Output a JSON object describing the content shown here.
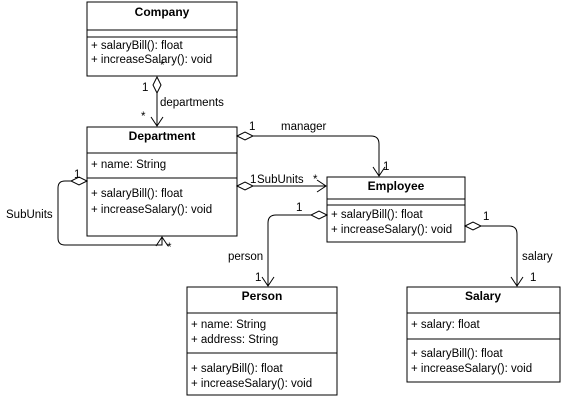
{
  "classes": [
    {
      "id": "company",
      "name": "Company",
      "attributes": [],
      "operations": [
        "+ salaryBill(): float",
        "+ increaseSalary(): void"
      ]
    },
    {
      "id": "department",
      "name": "Department",
      "attributes": [
        "+ name: String"
      ],
      "operations": [
        "+ salaryBill(): float",
        "+ increaseSalary(): void"
      ]
    },
    {
      "id": "employee",
      "name": "Employee",
      "attributes": [],
      "operations": [
        "+ salaryBill(): float",
        "+ increaseSalary(): void"
      ]
    },
    {
      "id": "person",
      "name": "Person",
      "attributes": [
        "+ name: String",
        "+ address: String"
      ],
      "operations": [
        "+ salaryBill(): float",
        "+ increaseSalary(): void"
      ]
    },
    {
      "id": "salary",
      "name": "Salary",
      "attributes": [
        "+ salary: float"
      ],
      "operations": [
        "+ salaryBill(): float",
        "+ increaseSalary(): void"
      ]
    }
  ],
  "associations": [
    {
      "id": "company-departments",
      "from": "company",
      "to": "department",
      "role": "departments",
      "from_multiplicity": "1",
      "to_multiplicity": "*"
    },
    {
      "id": "department-manager",
      "from": "department",
      "to": "employee",
      "role": "manager",
      "from_multiplicity": "1",
      "to_multiplicity": "1"
    },
    {
      "id": "department-subunits-employee",
      "from": "department",
      "to": "employee",
      "role": "SubUnits",
      "from_multiplicity": "1",
      "to_multiplicity": "*"
    },
    {
      "id": "department-subunits-self",
      "from": "department",
      "to": "department",
      "role": "SubUnits",
      "from_multiplicity": "1",
      "to_multiplicity": "*"
    },
    {
      "id": "employee-person",
      "from": "employee",
      "to": "person",
      "role": "person",
      "from_multiplicity": "1",
      "to_multiplicity": "1"
    },
    {
      "id": "employee-salary",
      "from": "employee",
      "to": "salary",
      "role": "salary",
      "from_multiplicity": "1",
      "to_multiplicity": "1"
    }
  ]
}
